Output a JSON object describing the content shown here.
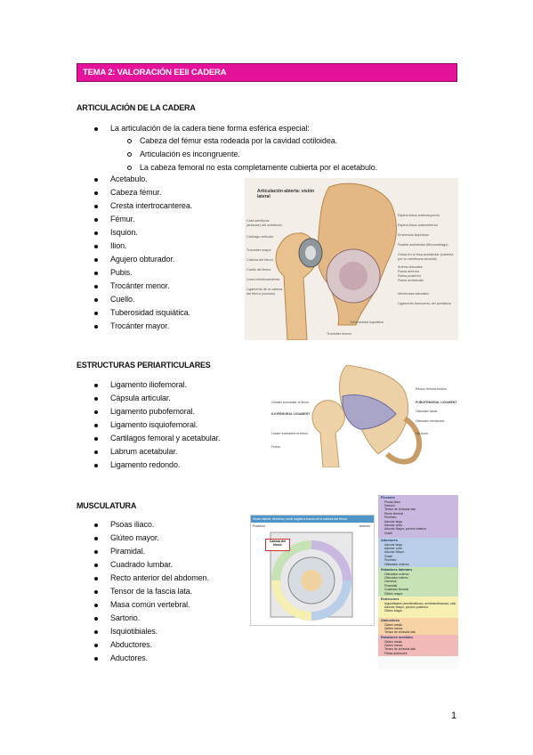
{
  "banner": {
    "title": "TEMA 2: VALORACIÓN EEII CADERA"
  },
  "sec1": {
    "heading": "ARTICULACIÓN DE LA CADERA",
    "intro": "La articulación de la cadera tiene forma esférica especial:",
    "sub": [
      "Cabeza del fémur esta rodeada por la cavidad cotiloidea.",
      "Articulación es incongruente.",
      "La cabeza femoral no esta completamente cubierta por el acetabulo."
    ],
    "items": [
      "Acetabulo.",
      "Cabeza fémur.",
      "Cresta intertrocanterea.",
      "Fémur.",
      "Isquion.",
      "Ilion.",
      "Agujero obturador.",
      "Pubis.",
      "Trocánter menor.",
      "Cuello.",
      "Tuberosidad isquiática.",
      "Trocánter mayor."
    ]
  },
  "sec2": {
    "heading": "ESTRUCTURAS PERIARTICULARES",
    "items": [
      "Ligamento iliofemoral.",
      "Cápsula articular.",
      "Ligamento pubofemoral.",
      "Ligamento isquiofemoral.",
      "Cartilagos femoral y acetabular.",
      "Labrum acetabular.",
      "Ligamento redondo."
    ]
  },
  "sec3": {
    "heading": "MUSCULATURA",
    "items": [
      "Psoas iliaco.",
      "Glúteo mayor.",
      "Piramidal.",
      "Cuadrado lumbar.",
      "Recto anterior del abdomen.",
      "Tensor de la fascia lata.",
      "Masa común vertebral.",
      "Sartorio.",
      "Isquiotibiales.",
      "Abductores.",
      "Aductores."
    ]
  },
  "fig1": {
    "title": "Articulación abierta: visión lateral",
    "left_labels": [
      "Cara semilunar (articular) del acetábulo",
      "Cartílago articular",
      "Trocánter mayor",
      "Cabeza del fémur",
      "Cuello del fémur",
      "Línea intertrocantérea",
      "Ligamento de la cabeza del fémur (cortado)"
    ],
    "right_labels": [
      "Espina ilíaca anterosuperior",
      "Espina ilíaca anteroinferior",
      "Eminencia iliopúbica",
      "Rodete acetabular (fibrocartílago)",
      "Grasa en la fosa acetabular (cubierta por la membrana sinovial)",
      "Arteria obturatriz",
      "Rama anterior",
      "Rama posterior",
      "Rama acetabular",
      "Membrana obturatriz",
      "Ligamento transverso del acetábulo"
    ],
    "bottom_labels": [
      "Tuberosidad isquiática",
      "Trocánter menor"
    ]
  },
  "fig2": {
    "left_labels": [
      "Greater trochanter of femur",
      "ILIOFEMORAL LIGAMENT",
      "Lesser trochanter of femur",
      "Femur"
    ],
    "right_labels": [
      "Rectus femoris tendon",
      "PUBOFEMORAL LIGAMENT",
      "Obturator canal",
      "Obturator membrane",
      "Hip bone"
    ]
  },
  "fig3": {
    "title": "Visión lateral, derecha | corte sagital a través de la cabeza del fémur",
    "left_tag": "Posterior",
    "right_tag": "Anterior",
    "center_tag": "Cabeza del fémur",
    "groups": [
      {
        "name": "Flexores",
        "color": "#c9b8e0",
        "items": [
          "Psoas iliaco",
          "Sartorio",
          "Tensor de la fascia lata",
          "Recto femoral",
          "Pectíneo",
          "Aductor largo",
          "Aductor corto",
          "Aductor Mayor, porción anterior",
          "Grácil"
        ]
      },
      {
        "name": "Aductores",
        "color": "#b9cfe9",
        "items": [
          "Aductor largo",
          "Aductor corto",
          "Aductor Mayor",
          "Grácil",
          "Pectíneo",
          "Obturador externo"
        ]
      },
      {
        "name": "Rotadores laterales",
        "color": "#c7e3b5",
        "items": [
          "Obturador externo",
          "Obturador interno",
          "Gemelos",
          "Piramidal",
          "Cuadrado femoral",
          "Glúteo mayor"
        ]
      },
      {
        "name": "Extensores",
        "color": "#f6f0b3",
        "items": [
          "Isquiotibiales (semitendinoso, semimembranoso, cabeza larga de bíceps femoral)",
          "Aductor Mayor, porción posterior",
          "Glúteo Mayor"
        ]
      },
      {
        "name": "Abductores",
        "color": "#f8d3a5",
        "items": [
          "Glúteo medio",
          "Glúteo menor",
          "Tensor de la fascia lata"
        ]
      },
      {
        "name": "Rotadores mediales",
        "color": "#f2b9b9",
        "items": [
          "Glúteo medio",
          "Glúteo menor",
          "Tensor de la fascia lata",
          "Fibras anteriores"
        ]
      }
    ]
  },
  "page_number": "1"
}
